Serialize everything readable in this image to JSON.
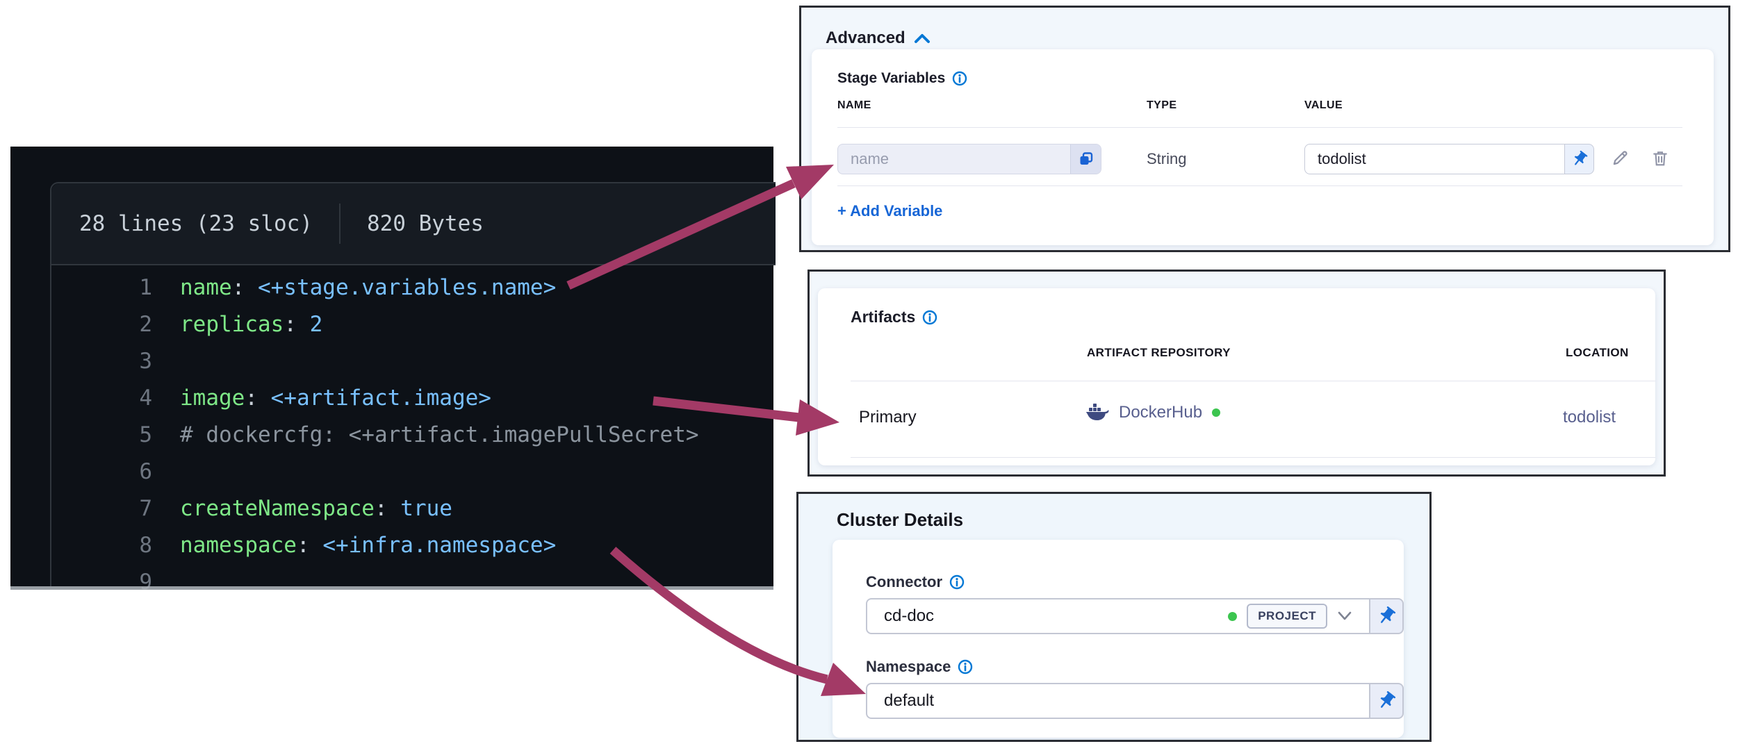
{
  "colors": {
    "accent_blue": "#0278d5",
    "link_blue": "#1766d6",
    "arrow_crimson": "#a33a66",
    "status_green": "#3cc54f",
    "code_key_green": "#7ee787",
    "code_value_blue": "#79c0ff"
  },
  "code_panel": {
    "lines_info": "28 lines (23 sloc)",
    "size_info": "820 Bytes",
    "lines": [
      {
        "n": "1",
        "seg": [
          [
            "k",
            "name"
          ],
          [
            "p",
            ": "
          ],
          [
            "v",
            "<+stage.variables.name>"
          ]
        ]
      },
      {
        "n": "2",
        "seg": [
          [
            "k",
            "replicas"
          ],
          [
            "p",
            ": "
          ],
          [
            "v",
            "2"
          ]
        ]
      },
      {
        "n": "3",
        "seg": []
      },
      {
        "n": "4",
        "seg": [
          [
            "k",
            "image"
          ],
          [
            "p",
            ": "
          ],
          [
            "v",
            "<+artifact.image>"
          ]
        ]
      },
      {
        "n": "5",
        "seg": [
          [
            "c",
            "# dockercfg: <+artifact.imagePullSecret>"
          ]
        ]
      },
      {
        "n": "6",
        "seg": []
      },
      {
        "n": "7",
        "seg": [
          [
            "k",
            "createNamespace"
          ],
          [
            "p",
            ": "
          ],
          [
            "v",
            "true"
          ]
        ]
      },
      {
        "n": "8",
        "seg": [
          [
            "k",
            "namespace"
          ],
          [
            "p",
            ": "
          ],
          [
            "v",
            "<+infra.namespace>"
          ]
        ]
      },
      {
        "n": "9",
        "seg": []
      }
    ]
  },
  "advanced": {
    "title": "Advanced",
    "section_label": "Stage Variables",
    "columns": [
      "NAME",
      "TYPE",
      "VALUE"
    ],
    "row": {
      "name_placeholder": "name",
      "type": "String",
      "value": "todolist"
    },
    "add_label": "+ Add Variable"
  },
  "artifacts": {
    "title": "Artifacts",
    "columns": {
      "repository": "ARTIFACT REPOSITORY",
      "location": "LOCATION"
    },
    "row": {
      "label": "Primary",
      "repository": "DockerHub",
      "location": "todolist"
    }
  },
  "cluster": {
    "title": "Cluster Details",
    "connector_label": "Connector",
    "connector_value": "cd-doc",
    "scope_badge": "PROJECT",
    "namespace_label": "Namespace",
    "namespace_value": "default"
  }
}
